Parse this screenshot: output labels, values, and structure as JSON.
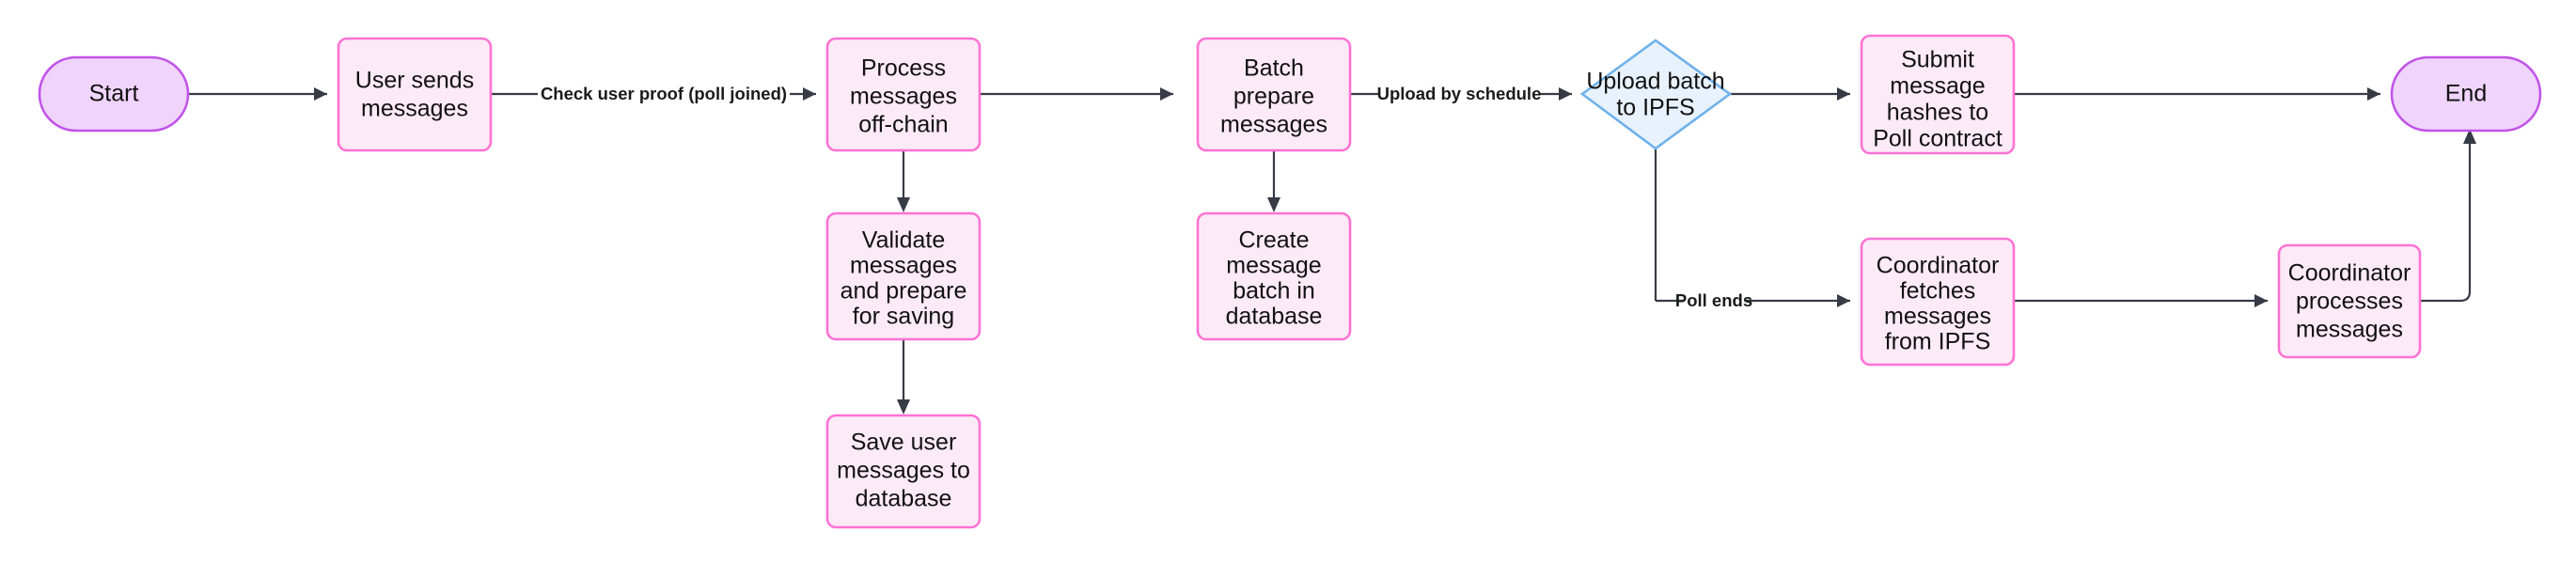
{
  "diagram": {
    "type": "flowchart",
    "orientation": "left-to-right",
    "background": "#ffffff",
    "colors": {
      "process_fill": "#fdeaf7",
      "process_stroke": "#ff72d4",
      "terminal_fill": "#f0d4fb",
      "terminal_stroke": "#c154e8",
      "decision_fill": "#e8f2fd",
      "decision_stroke": "#6fb1ec",
      "edge_stroke": "#363b46",
      "text": "#111111"
    },
    "nodes": [
      {
        "id": "start",
        "shape": "stadium",
        "lines": [
          "Start"
        ]
      },
      {
        "id": "user_sends",
        "shape": "rect",
        "lines": [
          "User sends",
          "messages"
        ]
      },
      {
        "id": "process_offchain",
        "shape": "rect",
        "lines": [
          "Process",
          "messages",
          "off-chain"
        ]
      },
      {
        "id": "validate",
        "shape": "rect",
        "lines": [
          "Validate",
          "messages",
          "and prepare",
          "for saving"
        ]
      },
      {
        "id": "save_user_msgs",
        "shape": "rect",
        "lines": [
          "Save user",
          "messages to",
          "database"
        ]
      },
      {
        "id": "batch_prepare",
        "shape": "rect",
        "lines": [
          "Batch",
          "prepare",
          "messages"
        ]
      },
      {
        "id": "create_batch",
        "shape": "rect",
        "lines": [
          "Create",
          "message",
          "batch in",
          "database"
        ]
      },
      {
        "id": "upload_ipfs",
        "shape": "diamond",
        "lines": [
          "Upload batch",
          "to IPFS"
        ]
      },
      {
        "id": "submit_hashes",
        "shape": "rect",
        "lines": [
          "Submit",
          "message",
          "hashes to",
          "Poll contract"
        ]
      },
      {
        "id": "coord_fetches",
        "shape": "rect",
        "lines": [
          "Coordinator",
          "fetches",
          "messages",
          "from IPFS"
        ]
      },
      {
        "id": "coord_processes",
        "shape": "rect",
        "lines": [
          "Coordinator",
          "processes",
          "messages"
        ]
      },
      {
        "id": "end",
        "shape": "stadium",
        "lines": [
          "End"
        ]
      }
    ],
    "edges": [
      {
        "from": "start",
        "to": "user_sends",
        "label": ""
      },
      {
        "from": "user_sends",
        "to": "process_offchain",
        "label": "Check user proof (poll joined)"
      },
      {
        "from": "process_offchain",
        "to": "batch_prepare",
        "label": ""
      },
      {
        "from": "process_offchain",
        "to": "validate",
        "label": ""
      },
      {
        "from": "validate",
        "to": "save_user_msgs",
        "label": ""
      },
      {
        "from": "batch_prepare",
        "to": "upload_ipfs",
        "label": "Upload by schedule"
      },
      {
        "from": "batch_prepare",
        "to": "create_batch",
        "label": ""
      },
      {
        "from": "upload_ipfs",
        "to": "submit_hashes",
        "label": ""
      },
      {
        "from": "upload_ipfs",
        "to": "coord_fetches",
        "label": "Poll ends"
      },
      {
        "from": "submit_hashes",
        "to": "end",
        "label": ""
      },
      {
        "from": "coord_fetches",
        "to": "coord_processes",
        "label": ""
      },
      {
        "from": "coord_processes",
        "to": "end",
        "label": ""
      }
    ],
    "edge_labels": {
      "check_user_proof": "Check user proof (poll joined)",
      "upload_by_schedule": "Upload by schedule",
      "poll_ends": "Poll ends"
    },
    "node_text": {
      "start": "Start",
      "user_sends_l1": "User sends",
      "user_sends_l2": "messages",
      "process_l1": "Process",
      "process_l2": "messages",
      "process_l3": "off-chain",
      "validate_l1": "Validate",
      "validate_l2": "messages",
      "validate_l3": "and prepare",
      "validate_l4": "for saving",
      "save_l1": "Save user",
      "save_l2": "messages to",
      "save_l3": "database",
      "batch_l1": "Batch",
      "batch_l2": "prepare",
      "batch_l3": "messages",
      "create_l1": "Create",
      "create_l2": "message",
      "create_l3": "batch in",
      "create_l4": "database",
      "upload_l1": "Upload batch",
      "upload_l2": "to IPFS",
      "submit_l1": "Submit",
      "submit_l2": "message",
      "submit_l3": "hashes to",
      "submit_l4": "Poll contract",
      "coordf_l1": "Coordinator",
      "coordf_l2": "fetches",
      "coordf_l3": "messages",
      "coordf_l4": "from IPFS",
      "coordp_l1": "Coordinator",
      "coordp_l2": "processes",
      "coordp_l3": "messages",
      "end": "End"
    }
  }
}
